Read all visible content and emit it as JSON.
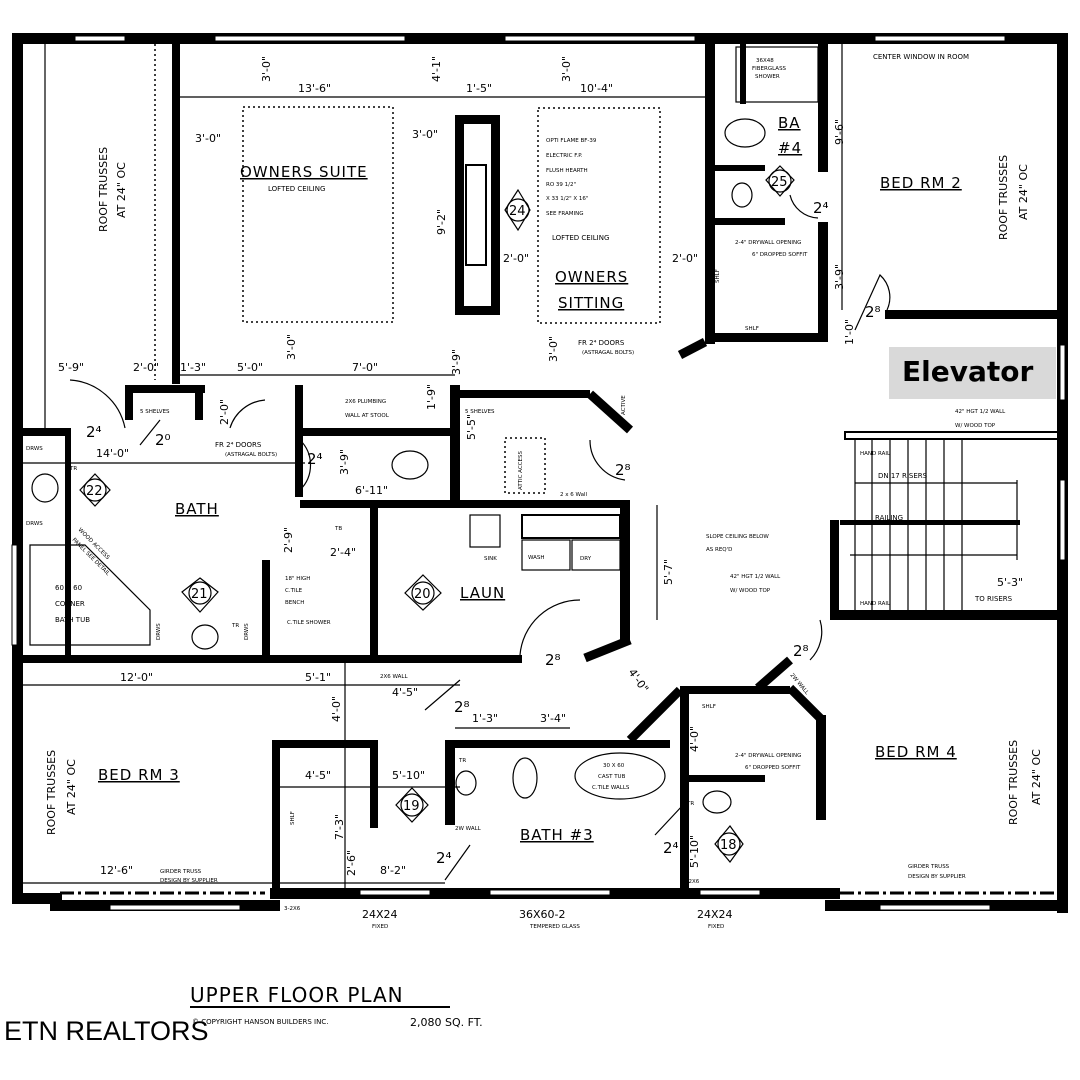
{
  "title": {
    "plan_name": "UPPER FLOOR PLAN",
    "copyright": "© COPYRIGHT HANSON BUILDERS INC.",
    "area": "2,080 SQ. FT.",
    "brand": "ETN REALTORS"
  },
  "rooms": {
    "owners_suite": "OWNERS SUITE",
    "owners_sitting_1": "OWNERS",
    "owners_sitting_2": "SITTING",
    "bath": "BATH",
    "laun": "LAUN",
    "bed2": "BED RM 2",
    "bed3": "BED RM 3",
    "bed4": "BED RM 4",
    "bath3": "BATH #3",
    "ba4_1": "BA",
    "ba4_2": "#4",
    "elevator": "Elevator"
  },
  "notes": {
    "lofted1": "LOFTED CEILING",
    "lofted2": "LOFTED CEILING",
    "fp": [
      "OPTI FLAME BF-39",
      "ELECTRIC F.P.",
      "FLUSH HEARTH",
      "RO 39 1/2\"",
      "X 33 1/2\" X 16\"",
      "SEE FRAMING"
    ],
    "fr_doors1": "FR 2⁴ DOORS",
    "fr_doors2": "FR 2⁴ DOORS",
    "astragal": "(ASTRAGAL BOLTS)",
    "active": "ACTIVE",
    "shower36": [
      "36X48",
      "FIBERGLASS",
      "SHOWER"
    ],
    "center_window": "CENTER WINDOW IN ROOM",
    "roof_trusses": "ROOF TRUSSES",
    "at24": "AT 24\" OC",
    "hgt_wall": "42\" HGT 1/2 WALL",
    "wood_top": "W/ WOOD TOP",
    "hand_rail": "HAND RAIL",
    "dn_risers": "DN 17 RISERS",
    "railing": "RAILING",
    "slope1": "SLOPE CEILING BELOW",
    "slope2": "AS REQ'D",
    "to_risers": "TO RISERS",
    "plumb1": "2X6 PLUMBING",
    "plumb2": "WALL AT STOOL",
    "shelves5": "5 SHELVES",
    "attic": "ATTIC ACCESS",
    "wall2x6": "2 x 6 Wall",
    "wall2x6b": "2X6 WALL",
    "access_panel": [
      "WOOD ACCESS",
      "PANEL SEE DETAIL"
    ],
    "corner_tub": [
      "60 X 60",
      "CORNER",
      "BATH TUB"
    ],
    "drws": "DRWS",
    "tr": "TR",
    "tb": "TB",
    "bench": [
      "18\" HIGH",
      "C.TILE",
      "BENCH"
    ],
    "ctile_shower": "C.TILE SHOWER",
    "sink": "SINK",
    "wash": "WASH",
    "dry": "DRY",
    "shlf": "SHLF",
    "girder1": "GIRDER TRUSS",
    "girder2": "DESIGN BY SUPPLIER",
    "cast_tub": [
      "30 X 60",
      "CAST TUB",
      "C.TILE WALLS"
    ],
    "drywall1": "2-4\" DRYWALL OPENING",
    "drywall2": "6\" DROPPED SOFFIT",
    "wall2w": "2W WALL",
    "fixed": "FIXED",
    "tempered": "TEMPERED GLASS",
    "w24": "24X24",
    "w36": "36X60-2",
    "x36": "3-2X6"
  },
  "dims": [
    "13'-6\"",
    "3'-0\"",
    "4'-1\"",
    "1'-5\"",
    "3'-0\"",
    "10'-4\"",
    "3'-0\"",
    "3'-0\"",
    "9'-2\"",
    "2'-0\"",
    "2'-0\"",
    "3'-0\"",
    "3'-9\"",
    "3'-0\"",
    "9'-6\"",
    "3'-9\"",
    "1'-0\"",
    "5'-9\"",
    "2'-0\"",
    "1'-3\"",
    "5'-0\"",
    "7'-0\"",
    "2'-0\"",
    "1'-9\"",
    "14'-0\"",
    "3'-9\"",
    "6'-11\"",
    "5'-5\"",
    "2'-9\"",
    "2'-4\"",
    "5'-7\"",
    "5'-3\"",
    "4'-0\"",
    "12'-0\"",
    "5'-1\"",
    "4'-5\"",
    "4'-0\"",
    "1'-3\"",
    "3'-4\"",
    "4'-5\"",
    "5'-10\"",
    "7'-3\"",
    "2'-6\"",
    "8'-2\"",
    "12'-6\"",
    "4'-0\"",
    "5'-10\""
  ],
  "doors": [
    "2⁴",
    "2⁰",
    "2⁴",
    "2⁸",
    "2⁸",
    "2⁸",
    "2⁸",
    "2⁴",
    "2⁸",
    "2⁴",
    "2⁴"
  ],
  "tags": [
    "24",
    "25",
    "22",
    "21",
    "20",
    "19",
    "18"
  ],
  "colors": {
    "ink": "#000000",
    "elevator_box": "#d9d9d9"
  }
}
